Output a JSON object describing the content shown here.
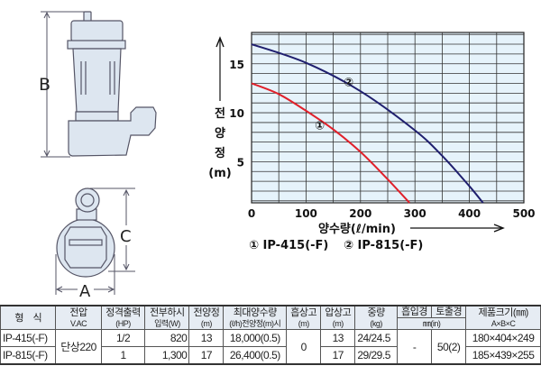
{
  "diagram": {
    "label_b": "B",
    "label_c": "C",
    "label_a": "A"
  },
  "chart_data": {
    "type": "line",
    "xlabel": "양수량(ℓ/min)",
    "ylabel_chars": [
      "전",
      "양",
      "정",
      "(m)"
    ],
    "xlim": [
      0,
      500
    ],
    "ylim": [
      0.8,
      18.2
    ],
    "xticks": [
      0,
      100,
      200,
      300,
      400,
      500
    ],
    "yticks": [
      5,
      10,
      15
    ],
    "grid": true,
    "series": [
      {
        "name": "① IP-415(-F)",
        "marker": "①",
        "color": "#e0202a",
        "x": [
          0,
          50,
          100,
          150,
          200,
          250,
          290
        ],
        "y": [
          13,
          11.9,
          10.2,
          8.3,
          6,
          3.2,
          0.8
        ]
      },
      {
        "name": "② IP-815(-F)",
        "marker": "②",
        "color": "#1f1f6e",
        "x": [
          0,
          100,
          200,
          300,
          350,
          400,
          425
        ],
        "y": [
          17,
          15.1,
          12.2,
          8.2,
          5.6,
          2.5,
          0.8
        ]
      }
    ],
    "legend": "bottom"
  },
  "table": {
    "headers": {
      "model": "형　식",
      "voltage": "전압",
      "voltage_sub": "V.AC",
      "output": "정격출력",
      "output_sub": "(HP)",
      "input": "전부하시",
      "input_sub": "입력(W)",
      "head": "전양정",
      "head_sub": "(m)",
      "maxflow": "최대양수량",
      "maxflow_sub": "(ℓ/h)전양정(m)시",
      "suction_h": "흡상고",
      "suction_h_sub": "(m)",
      "press_h": "압상고",
      "press_h_sub": "(m)",
      "weight": "중량",
      "weight_sub": "(kg)",
      "suction_d": "흡입경",
      "discharge_d": "토출경",
      "diam_sub": "㎜(in)",
      "size": "제품크기(㎜)",
      "size_sub": "A×B×C"
    },
    "shared": {
      "voltage": "단상220",
      "suction_h": "0",
      "suction_d": "-",
      "discharge_d": "50(2)"
    },
    "rows": [
      {
        "model": "IP-415(-F)",
        "output": "1/2",
        "input": "820",
        "head": "13",
        "maxflow": "18,000(0.5)",
        "press_h": "13",
        "weight": "24/24.5",
        "size": "180×404×249"
      },
      {
        "model": "IP-815(-F)",
        "output": "1",
        "input": "1,300",
        "head": "17",
        "maxflow": "26,400(0.5)",
        "press_h": "17",
        "weight": "29/29.5",
        "size": "185×439×255"
      }
    ]
  }
}
